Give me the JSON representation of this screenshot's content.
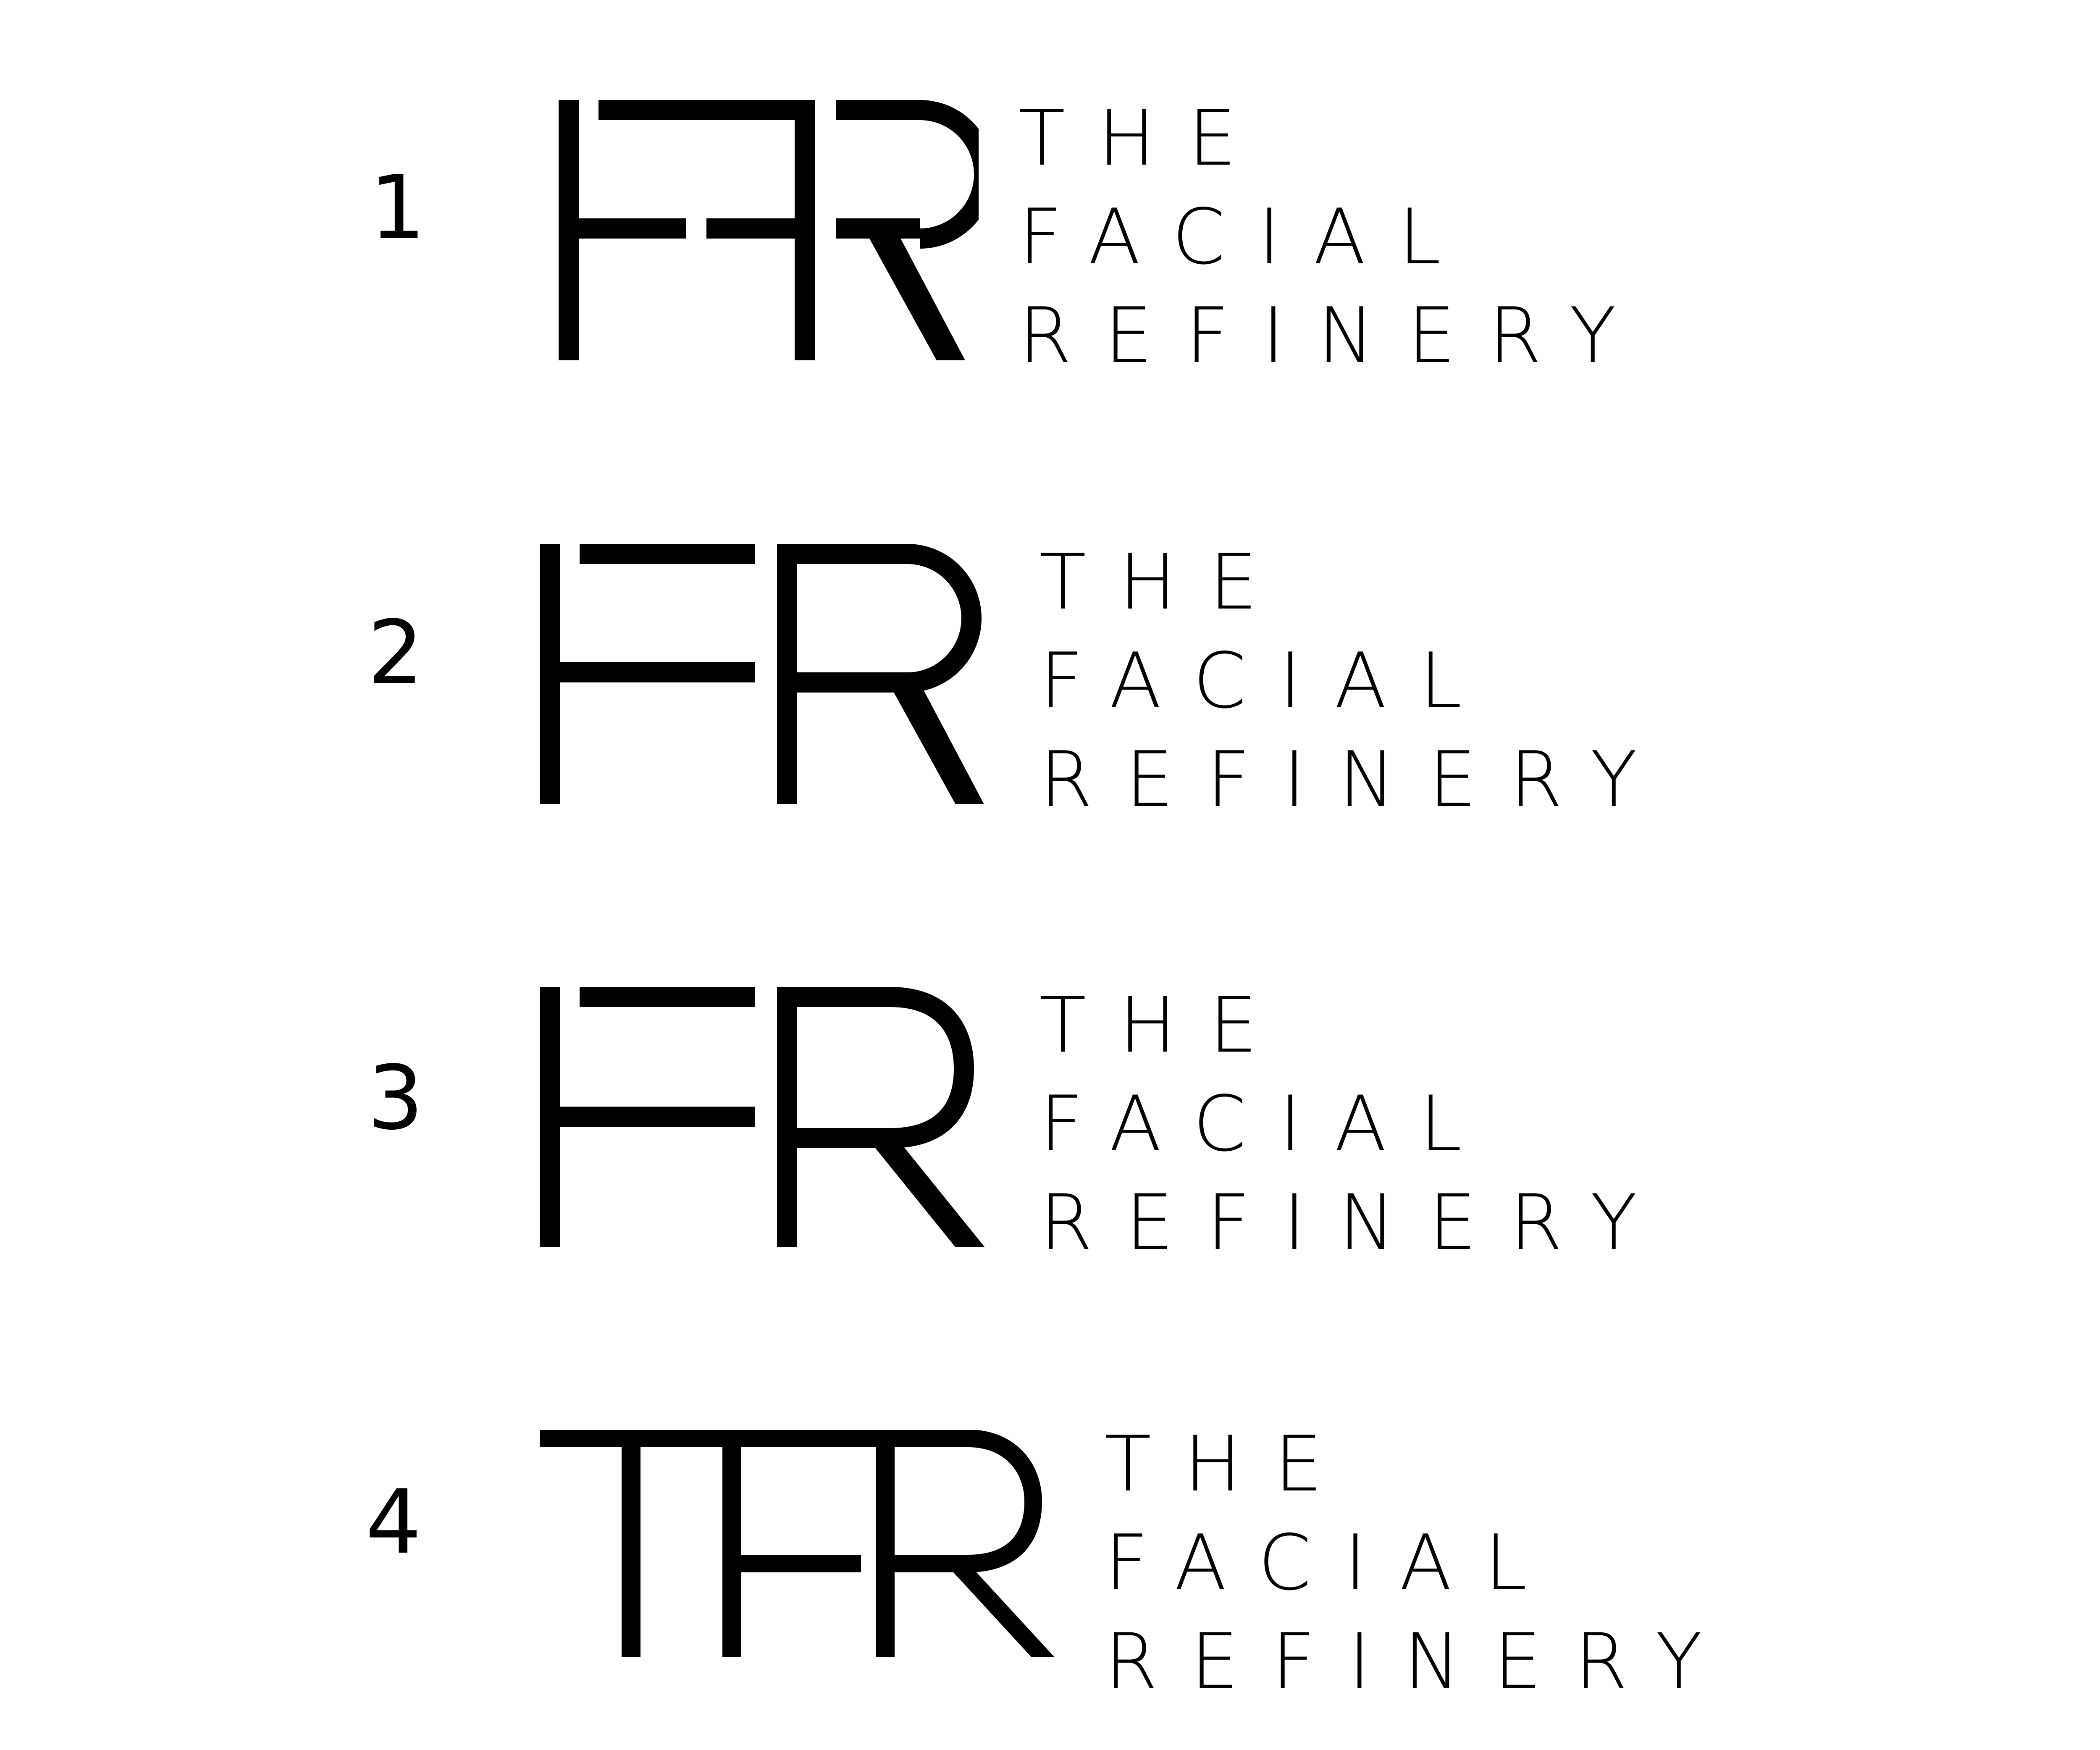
{
  "brand": {
    "name_lines": [
      "THE",
      "FACIAL",
      "REFINERY"
    ],
    "ink_color": "#000000",
    "background_color": "#ffffff"
  },
  "variants": [
    {
      "number": "1",
      "monogram": "FFR"
    },
    {
      "number": "2",
      "monogram": "FR"
    },
    {
      "number": "3",
      "monogram": "FR"
    },
    {
      "number": "4",
      "monogram": "TFR"
    }
  ]
}
